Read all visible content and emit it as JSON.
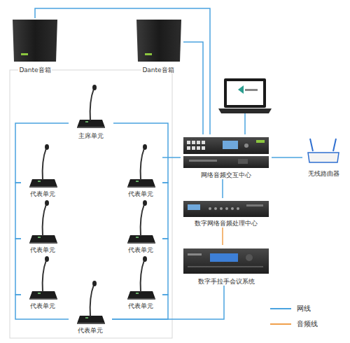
{
  "diagram": {
    "nodes": [
      {
        "text": [
          "Dante音箱"
        ]
      },
      {
        "text": [
          "Dante音箱"
        ]
      },
      {
        "text": [
          "主席单元"
        ]
      },
      {
        "text": [
          "代表单元"
        ]
      },
      {
        "text": [
          "代表单元"
        ]
      },
      {
        "text": [
          "代表单元"
        ]
      },
      {
        "text": [
          "代表单元"
        ]
      },
      {
        "text": [
          "代表单元"
        ]
      },
      {
        "text": [
          "代表单元"
        ]
      },
      {
        "text": [
          "代表单元"
        ]
      },
      {
        "text": [
          "网络音频交互中心"
        ]
      },
      {
        "text": [
          "无线路由器"
        ]
      },
      {
        "text": [
          "数字网络音频处理中心"
        ]
      },
      {
        "text": [
          "数字手拉手会议系统"
        ]
      }
    ],
    "edges": [
      {
        "from": 0,
        "to": 10,
        "arrow": "none"
      },
      {
        "from": 1,
        "to": 10,
        "arrow": "none"
      },
      {
        "from": 2,
        "to": 3,
        "arrow": "none"
      },
      {
        "from": 2,
        "to": 4,
        "arrow": "none"
      },
      {
        "from": 3,
        "to": 5,
        "arrow": "none"
      },
      {
        "from": 5,
        "to": 7,
        "arrow": "none"
      },
      {
        "from": 4,
        "to": 6,
        "arrow": "none"
      },
      {
        "from": 6,
        "to": 8,
        "arrow": "none"
      },
      {
        "from": 7,
        "to": 9,
        "arrow": "none"
      },
      {
        "from": 8,
        "to": 9,
        "arrow": "none"
      },
      {
        "from": 4,
        "to": 10,
        "arrow": "none"
      },
      {
        "from": 11,
        "to": 10,
        "arrow": "none"
      },
      {
        "from": 10,
        "to": 12,
        "arrow": "none"
      },
      {
        "from": 12,
        "to": 13,
        "arrow": "none"
      },
      {
        "from": 9,
        "to": 13,
        "arrow": "none"
      }
    ],
    "legend": [
      {
        "text": "网线",
        "color": "#4aa3df"
      },
      {
        "text": "音频线",
        "color": "#f0a04b"
      }
    ]
  }
}
